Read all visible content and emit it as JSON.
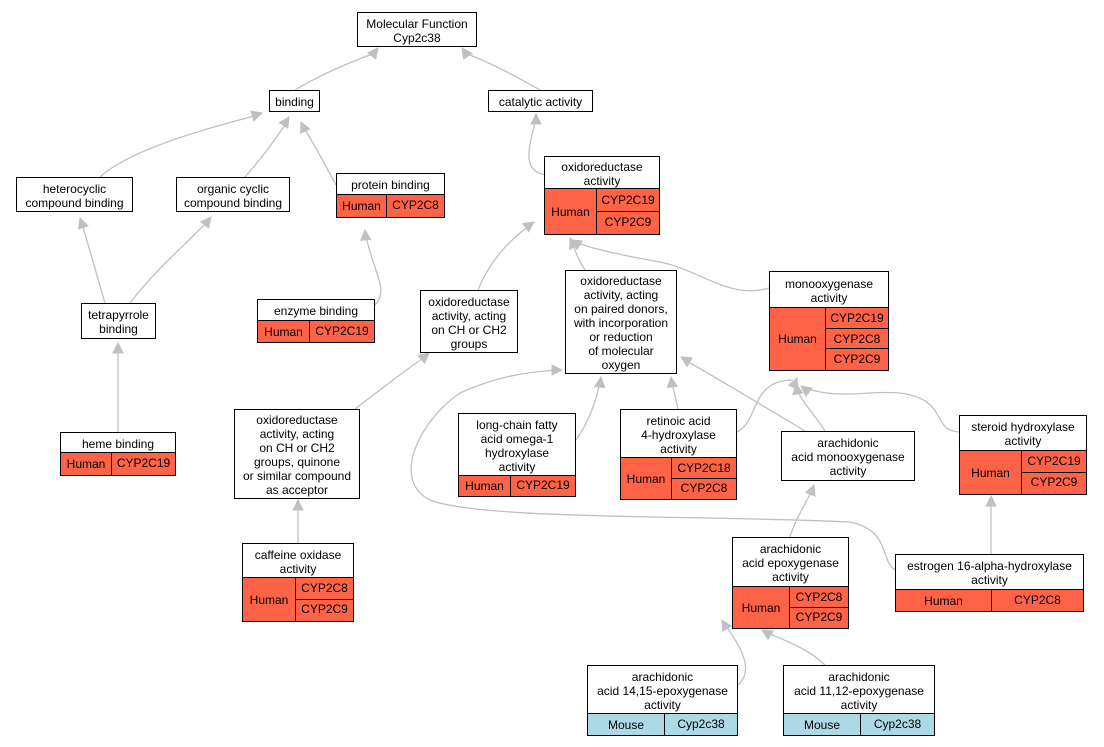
{
  "colors": {
    "human": "#ff6347",
    "mouse": "#add8e6",
    "edge": "#c0c0c0"
  },
  "nodes": {
    "mf": {
      "title": "Molecular Function\nCyp2c38"
    },
    "binding": {
      "title": "binding"
    },
    "catalytic": {
      "title": "catalytic activity"
    },
    "hetero": {
      "title": "heterocyclic\ncompound binding"
    },
    "organic": {
      "title": "organic cyclic\ncompound binding"
    },
    "protein": {
      "title": "protein binding",
      "species": "Human",
      "genes": [
        "CYP2C8"
      ]
    },
    "oxido": {
      "title": "oxidoreductase\nactivity",
      "species": "Human",
      "genes": [
        "CYP2C19",
        "CYP2C9"
      ]
    },
    "tetra": {
      "title": "tetrapyrrole\nbinding"
    },
    "enzyme": {
      "title": "enzyme binding",
      "species": "Human",
      "genes": [
        "CYP2C19"
      ]
    },
    "oxch": {
      "title": "oxidoreductase\nactivity, acting\non CH or CH2\ngroups"
    },
    "oxpaired": {
      "title": "oxidoreductase\nactivity, acting\non paired donors,\nwith incorporation\nor reduction\nof molecular\noxygen"
    },
    "mono": {
      "title": "monooxygenase\nactivity",
      "species": "Human",
      "genes": [
        "CYP2C19",
        "CYP2C8",
        "CYP2C9"
      ]
    },
    "heme": {
      "title": "heme binding",
      "species": "Human",
      "genes": [
        "CYP2C19"
      ]
    },
    "oxquin": {
      "title": "oxidoreductase\nactivity, acting\non CH or CH2\ngroups, quinone\nor similar compound\nas acceptor"
    },
    "longchain": {
      "title": "long-chain fatty\nacid omega-1\nhydroxylase\nactivity",
      "species": "Human",
      "genes": [
        "CYP2C19"
      ]
    },
    "retinoic": {
      "title": "retinoic acid\n4-hydroxylase\nactivity",
      "species": "Human",
      "genes": [
        "CYP2C18",
        "CYP2C8"
      ]
    },
    "arachmono": {
      "title": "arachidonic\nacid monooxygenase\nactivity"
    },
    "steroid": {
      "title": "steroid hydroxylase\nactivity",
      "species": "Human",
      "genes": [
        "CYP2C19",
        "CYP2C9"
      ]
    },
    "caffeine": {
      "title": "caffeine oxidase\nactivity",
      "species": "Human",
      "genes": [
        "CYP2C8",
        "CYP2C9"
      ]
    },
    "arachepox": {
      "title": "arachidonic\nacid epoxygenase\nactivity",
      "species": "Human",
      "genes": [
        "CYP2C8",
        "CYP2C9"
      ]
    },
    "estrogen": {
      "title": "estrogen 16-alpha-hydroxylase\nactivity",
      "species": "Human",
      "genes": [
        "CYP2C8"
      ]
    },
    "a1415": {
      "title": "arachidonic\nacid 14,15-epoxygenase\nactivity",
      "species": "Mouse",
      "genes": [
        "Cyp2c38"
      ]
    },
    "a1112": {
      "title": "arachidonic\nacid 11,12-epoxygenase\nactivity",
      "species": "Mouse",
      "genes": [
        "Cyp2c38"
      ]
    }
  }
}
